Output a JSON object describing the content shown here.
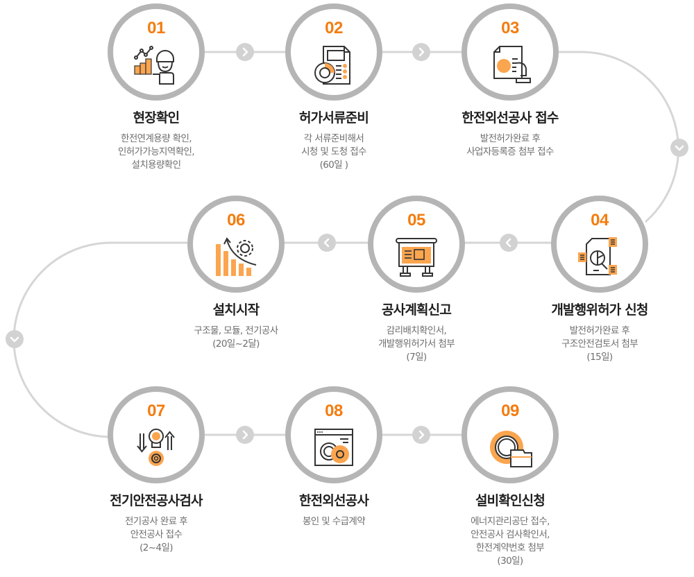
{
  "colors": {
    "accent": "#f47c0f",
    "icon_fill": "#fba54f",
    "ring": "#b5b5b5",
    "connector": "#d6d6d6",
    "arrow_bg": "#d2d2d2",
    "title": "#1e1e1e",
    "desc": "#6e6e6e"
  },
  "steps": [
    {
      "number": "01",
      "title": "현장확인",
      "icon": "worker-chart-icon",
      "desc": [
        "한전연계용량 확인,",
        "인허가가능지역확인,",
        "설치용량확인"
      ]
    },
    {
      "number": "02",
      "title": "허가서류준비",
      "icon": "document-report-icon",
      "desc": [
        "각 서류준비해서",
        "시청 및 도청 접수",
        "(60일 )"
      ]
    },
    {
      "number": "03",
      "title": "한전외선공사 접수",
      "icon": "document-stamp-icon",
      "desc": [
        "발전허가완료 후",
        "사업자등록증 첨부 접수"
      ]
    },
    {
      "number": "04",
      "title": "개발행위허가 신청",
      "icon": "document-analysis-icon",
      "desc": [
        "발전허가완료 후",
        "구조안전검토서 첨부",
        "(15일)"
      ]
    },
    {
      "number": "05",
      "title": "공사계획신고",
      "icon": "billboard-icon",
      "desc": [
        "감리배치확인서,",
        "개발행위허가서 첨부",
        "(7일)"
      ]
    },
    {
      "number": "06",
      "title": "설치시작",
      "icon": "bar-chart-gear-icon",
      "desc": [
        "구조물, 모듈, 전기공사",
        "(20일~2달)"
      ]
    },
    {
      "number": "07",
      "title": "전기안전공사검사",
      "icon": "lightbulb-gear-arrows-icon",
      "desc": [
        "전기공사 완료 후",
        "안전공사 접수",
        "(2~4일)"
      ]
    },
    {
      "number": "08",
      "title": "한전외선공사",
      "icon": "browser-gear-icon",
      "desc": [
        "봉인 및 수급계약"
      ]
    },
    {
      "number": "09",
      "title": "설비확인신청",
      "icon": "gear-folder-icon",
      "desc": [
        "에너지관리공단 접수,",
        "안전공사 검사확인서,",
        "한전계약번호 첨부",
        "(30일)"
      ]
    }
  ],
  "arrows": [
    {
      "name": "arrow-right-1-2",
      "direction": "right"
    },
    {
      "name": "arrow-right-2-3",
      "direction": "right"
    },
    {
      "name": "arrow-down-3-4",
      "direction": "down"
    },
    {
      "name": "arrow-left-4-5",
      "direction": "left"
    },
    {
      "name": "arrow-left-5-6",
      "direction": "left"
    },
    {
      "name": "arrow-down-6-7",
      "direction": "down"
    },
    {
      "name": "arrow-right-7-8",
      "direction": "right"
    },
    {
      "name": "arrow-right-8-9",
      "direction": "right"
    }
  ]
}
